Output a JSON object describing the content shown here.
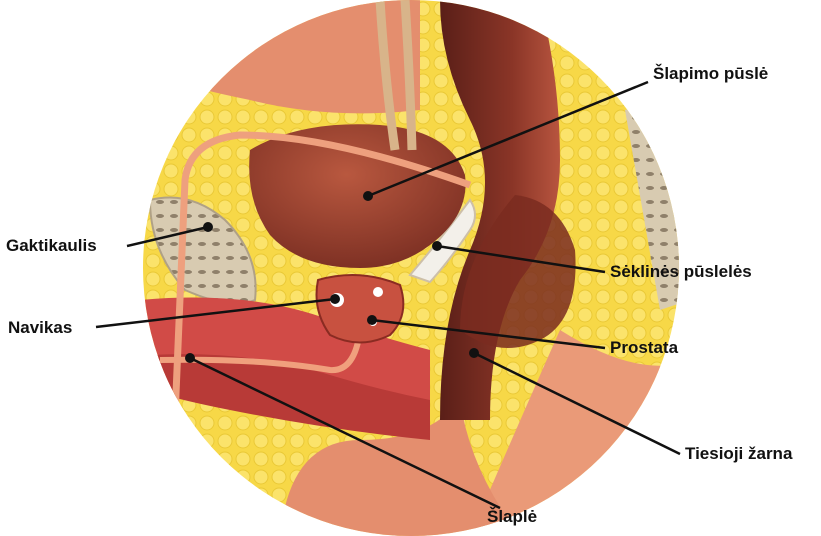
{
  "labels": {
    "bladder": "Šlapimo pūslė",
    "pubic_bone": "Gaktikaulis",
    "seminal_vesicles": "Sėklinės pūslelės",
    "tumor": "Navikas",
    "prostate": "Prostata",
    "rectum": "Tiesioji žarna",
    "urethra": "Šlaplė"
  },
  "colors": {
    "fat": "#f7d847",
    "organ": "#a24a36",
    "tissue": "#e79573",
    "muscle": "#c8423f",
    "leader": "#111111"
  }
}
